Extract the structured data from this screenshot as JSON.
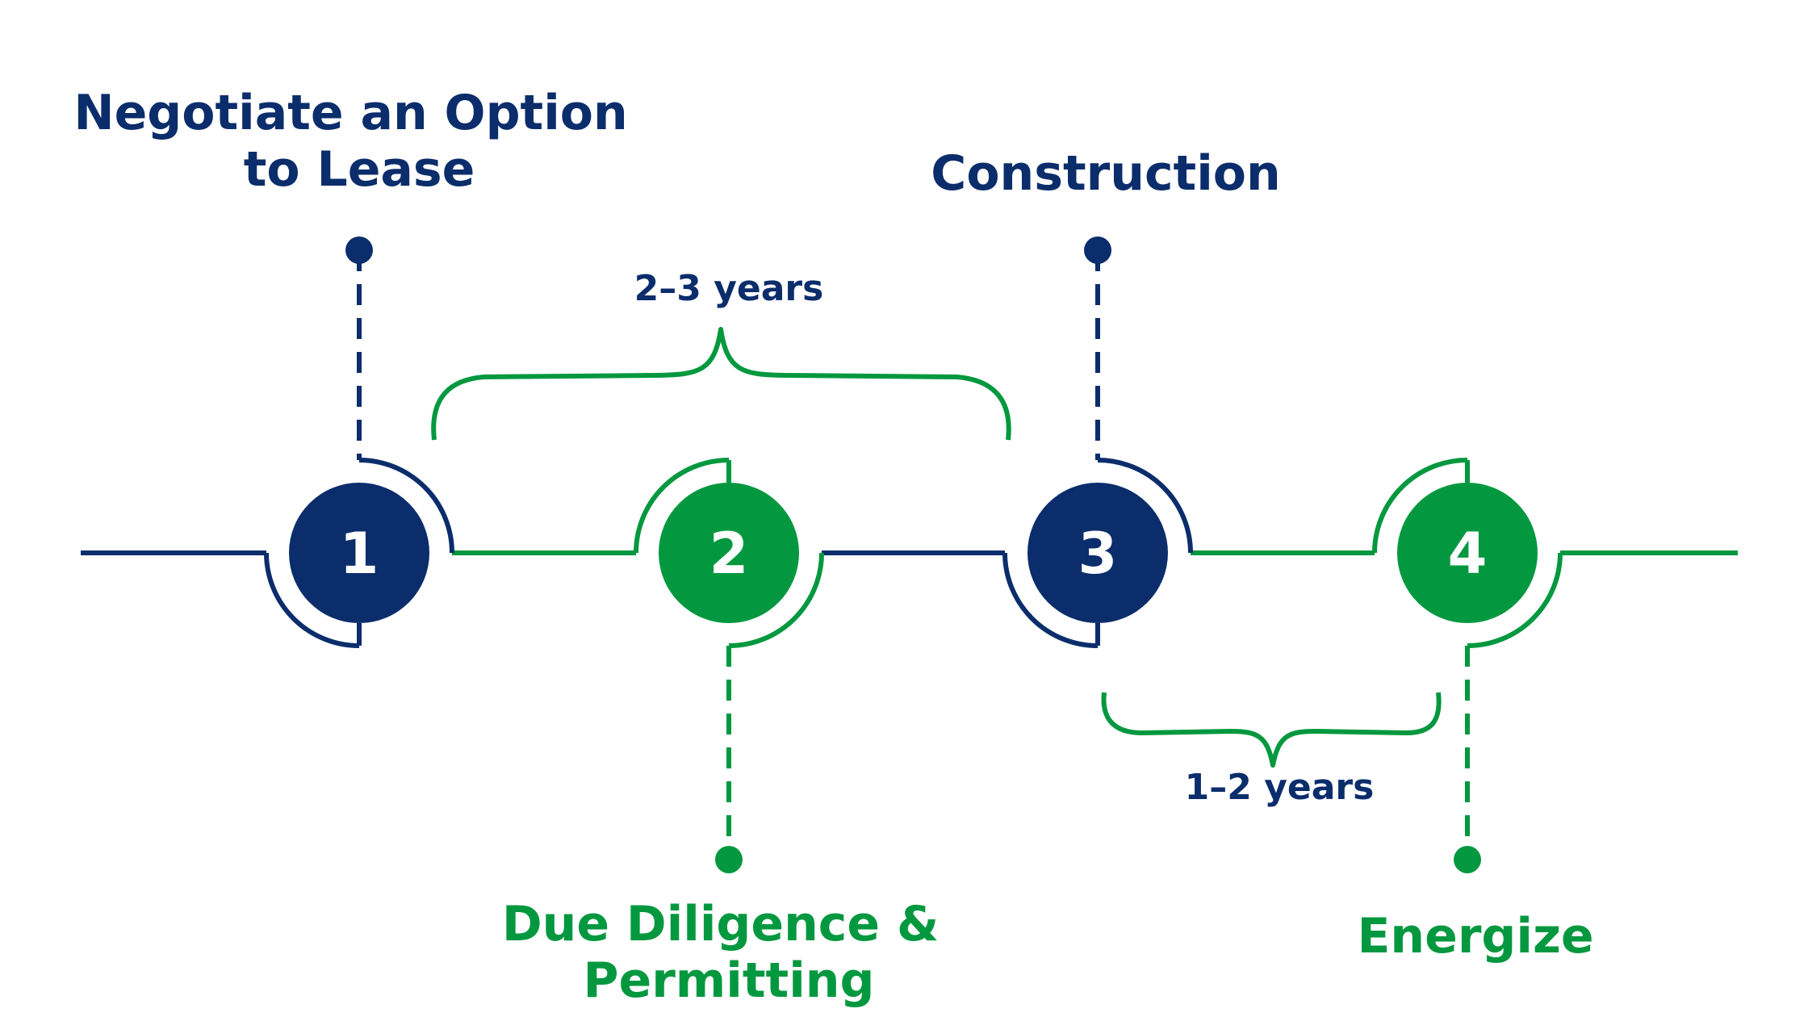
{
  "colors": {
    "navy": "#0b2d6b",
    "green": "#03983f",
    "white": "#ffffff"
  },
  "steps": [
    {
      "number": "1",
      "title_lines": [
        "Negotiate an Option",
        "to Lease"
      ],
      "color": "navy",
      "label_position": "top"
    },
    {
      "number": "2",
      "title_lines": [
        "Due Diligence &",
        "Permitting"
      ],
      "color": "green",
      "label_position": "bottom"
    },
    {
      "number": "3",
      "title_lines": [
        "Construction"
      ],
      "color": "navy",
      "label_position": "top"
    },
    {
      "number": "4",
      "title_lines": [
        "Energize"
      ],
      "color": "green",
      "label_position": "bottom"
    }
  ],
  "durations": [
    {
      "label": "2–3 years",
      "from_step": "1",
      "to_step": "3",
      "position": "top"
    },
    {
      "label": "1–2 years",
      "from_step": "3",
      "to_step": "4",
      "position": "bottom"
    }
  ]
}
